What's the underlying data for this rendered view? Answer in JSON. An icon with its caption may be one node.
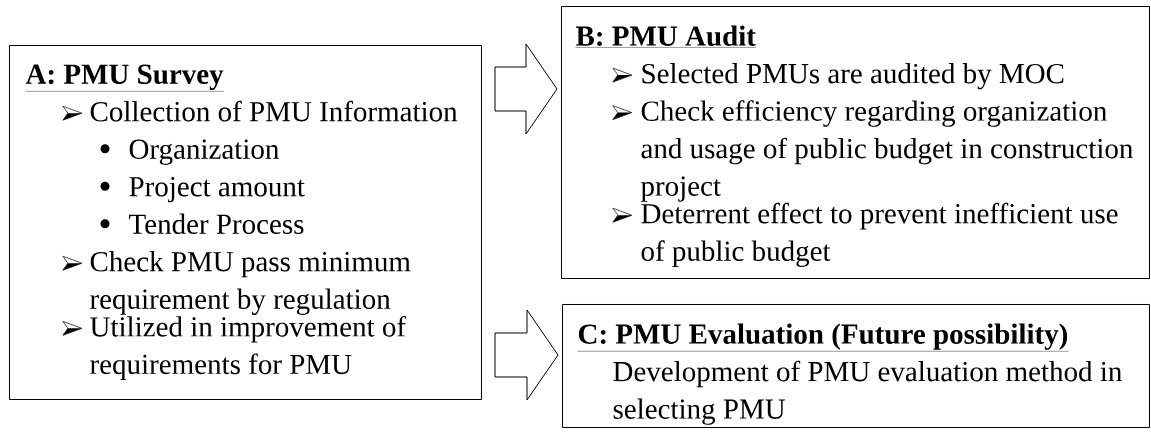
{
  "diagram": {
    "nodes": [
      {
        "text": [
          "A: PMU Survey",
          "Collection of PMU Information",
          "Organization",
          "Project amount",
          "Tender Process",
          "Check PMU pass minimum requirement by regulation",
          "Utilized in improvement of requirements for PMU"
        ]
      },
      {
        "text": [
          "B: PMU Audit",
          "Selected PMUs are audited by MOC",
          "Check efficiency regarding organization and usage of public budget in construction project",
          "Deterrent effect to prevent inefficient use of public budget"
        ]
      },
      {
        "text": [
          "C: PMU Evaluation (Future possibility)",
          "Development of PMU evaluation method in selecting PMU"
        ]
      }
    ],
    "edges": [
      {
        "from": 0,
        "to": 1,
        "arrow": "to"
      },
      {
        "from": 0,
        "to": 2,
        "arrow": "to"
      }
    ]
  }
}
